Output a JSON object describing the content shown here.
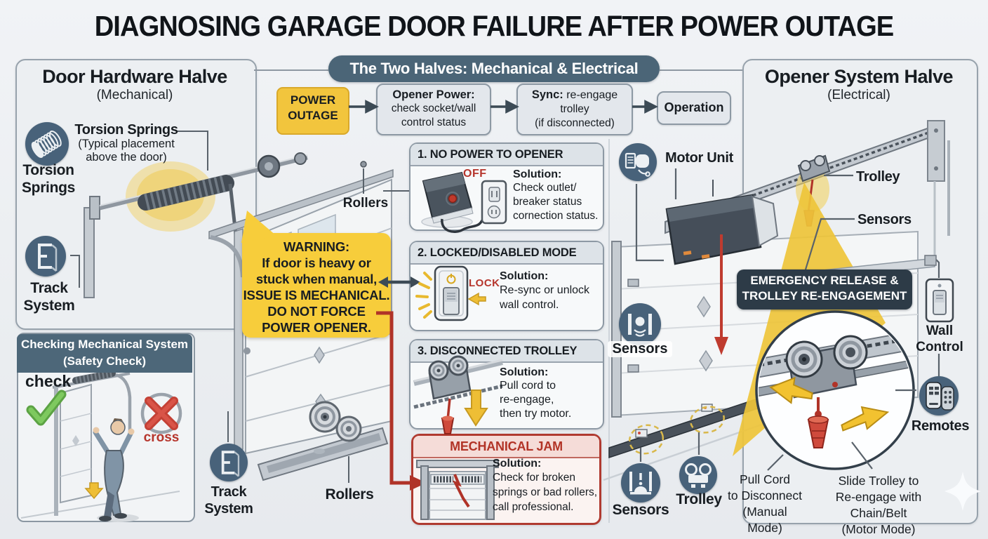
{
  "title": "DIAGNOSING GARAGE DOOR FAILURE AFTER POWER OUTAGE",
  "banner": {
    "label": "The Two Halves: Mechanical & Electrical"
  },
  "left_panel": {
    "title": "Door Hardware Halve",
    "subtitle": "(Mechanical)",
    "torsion_icon": {
      "line1": "Torsion",
      "line2": "Springs"
    },
    "torsion_callout": {
      "title": "Torsion Springs",
      "note1": "(Typical placement",
      "note2": "above the door)"
    },
    "track_icon": {
      "line1": "Track",
      "line2": "System"
    },
    "rollers_top": "Rollers",
    "track_bottom": {
      "line1": "Track",
      "line2": "System"
    },
    "rollers_bottom": "Rollers"
  },
  "safety_panel": {
    "title1": "Checking Mechanical System",
    "title2": "(Safety Check)",
    "check": "check",
    "cross": "cross"
  },
  "flow": {
    "power": {
      "line1": "POWER",
      "line2": "OUTAGE"
    },
    "opener": {
      "bold": "Opener Power:",
      "line2": "check socket/wall",
      "line3": "control status"
    },
    "sync": {
      "bold": "Sync:",
      "rest": " re-engage",
      "line2": "trolley",
      "line3": "(if disconnected)"
    },
    "operation": "Operation"
  },
  "steps": {
    "s1": {
      "title": "1. NO POWER TO OPENER",
      "tag": "OFF",
      "solution": "Solution:",
      "line1": "Check outlet/",
      "line2": "breaker status",
      "line3": "cornection status."
    },
    "s2": {
      "title": "2. LOCKED/DISABLED MODE",
      "tag": "LOCK",
      "solution": "Solution:",
      "line1": "Re-sync or unlock",
      "line2": "wall control."
    },
    "s3": {
      "title": "3. DISCONNECTED TROLLEY",
      "solution": "Solution:",
      "line1": "Pull cord to",
      "line2": "re-engage,",
      "line3": "then try motor."
    },
    "jam": {
      "title": "MECHANICAL JAM",
      "solution": "Solution:",
      "line1": "Check for broken",
      "line2": "springs or bad rollers,",
      "line3": "call professional."
    }
  },
  "warning": {
    "line1": "WARNING:",
    "line2": "If door is heavy or",
    "line3": "stuck when manual,",
    "line4": "ISSUE IS MECHANICAL.",
    "line5": "DO NOT FORCE",
    "line6": "POWER OPENER."
  },
  "right_panel": {
    "title": "Opener System Halve",
    "subtitle": "(Electrical)",
    "motor_unit": "Motor Unit",
    "trolley_top": "Trolley",
    "sensors_top": "Sensors",
    "emergency": {
      "line1": "EMERGENCY RELEASE &",
      "line2": "TROLLEY RE-ENGAGEMENT"
    },
    "sensors_mid": "Sensors",
    "wall_control": {
      "line1": "Wall",
      "line2": "Control"
    },
    "remotes": "Remotes",
    "sensors_bottom": "Sensors",
    "trolley_bottom": "Trolley",
    "pull_cord": {
      "line1": "Pull Cord",
      "line2": "to Disconnect",
      "line3": "(Manual Mode)"
    },
    "slide": {
      "line1": "Slide Trolley to",
      "line2": "Re-engage with Chain/Belt",
      "line3": "(Motor Mode)"
    }
  },
  "colors": {
    "accent_yellow": "#f2c53d",
    "slate_header": "#4b6577",
    "badge_dark": "#2d3b47",
    "alert_red": "#b6352c",
    "icon_circle": "#48627a",
    "panel_border": "#97a2ac"
  }
}
